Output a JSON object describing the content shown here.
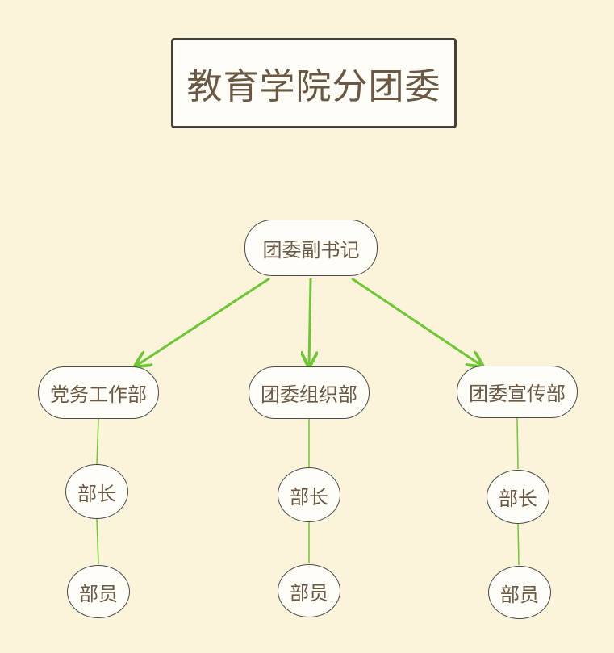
{
  "diagram": {
    "title": "教育学院分团委",
    "root": {
      "label": "团委副书记"
    },
    "departments": [
      {
        "label": "党务工作部",
        "children": [
          "部长",
          "部员"
        ]
      },
      {
        "label": "团委组织部",
        "children": [
          "部长",
          "部员"
        ]
      },
      {
        "label": "团委宣传部",
        "children": [
          "部长",
          "部员"
        ]
      }
    ]
  },
  "colors": {
    "background": "#fbf3da",
    "connector": "#6cc733",
    "text": "#6b5843",
    "border": "#4a4a4a"
  }
}
